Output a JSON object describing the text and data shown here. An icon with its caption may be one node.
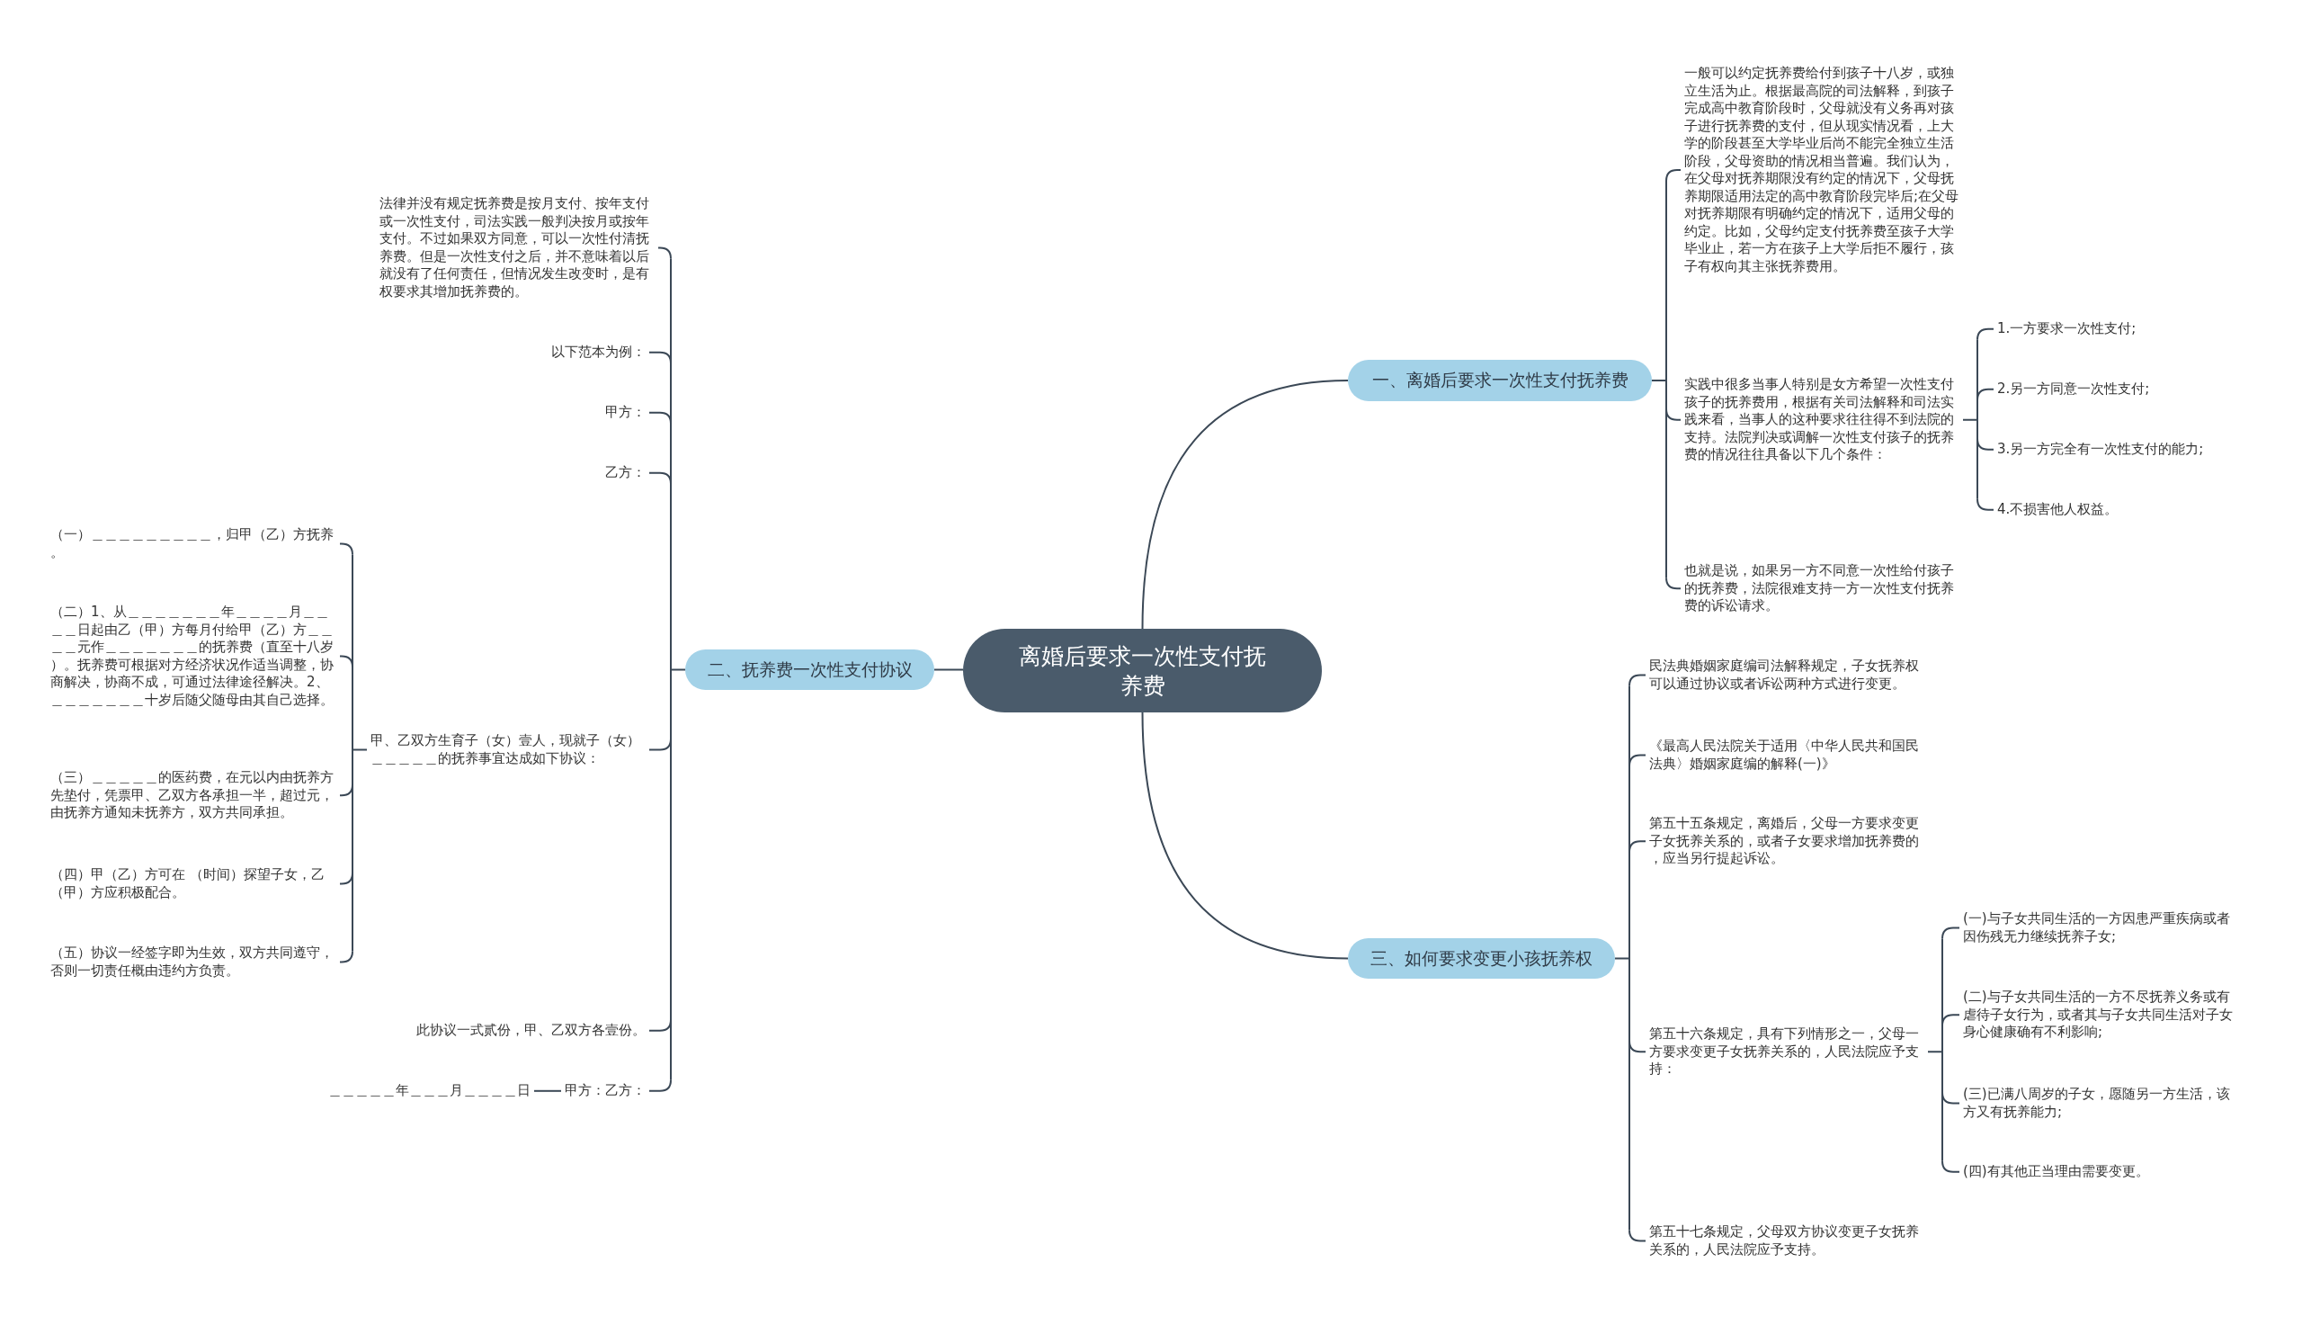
{
  "diagram": {
    "nodes": [
      {
        "text": [
          "离婚后要求一次性支付抚养费"
        ]
      },
      {
        "text": [
          "一、离婚后要求一次性支付抚养费"
        ]
      },
      {
        "text": [
          "一般可以约定抚养费给付到孩子十八岁，或独立生活为止。根据最高院的司法解释，到孩子完成高中教育阶段时，父母就没有义务再对孩子进行抚养费的支付，但从现实情况看，上大学的阶段甚至大学毕业后尚不能完全独立生活阶段，父母资助的情况相当普遍。我们认为，在父母对抚养期限没有约定的情况下，父母抚养期限适用法定的高中教育阶段完毕后;在父母对抚养期限有明确约定的情况下，适用父母的约定。比如，父母约定支付抚养费至孩子大学毕业止，若一方在孩子上大学后拒不履行，孩子有权向其主张抚养费用。"
        ]
      },
      {
        "text": [
          "实践中很多当事人特别是女方希望一次性支付孩子的抚养费用，根据有关司法解释和司法实践来看，当事人的这种要求往往得不到法院的支持。法院判决或调解一次性支付孩子的抚养费的情况往往具备以下几个条件："
        ]
      },
      {
        "text": [
          "1.一方要求一次性支付;"
        ]
      },
      {
        "text": [
          "2.另一方同意一次性支付;"
        ]
      },
      {
        "text": [
          "3.另一方完全有一次性支付的能力;"
        ]
      },
      {
        "text": [
          "4.不损害他人权益。"
        ]
      },
      {
        "text": [
          "也就是说，如果另一方不同意一次性给付孩子的抚养费，法院很难支持一方一次性支付抚养费的诉讼请求。"
        ]
      },
      {
        "text": [
          "二、抚养费一次性支付协议"
        ]
      },
      {
        "text": [
          "法律并没有规定抚养费是按月支付、按年支付或一次性支付，司法实践一般判决按月或按年支付。不过如果双方同意，可以一次性付清抚养费。但是一次性支付之后，并不意味着以后就没有了任何责任，但情况发生改变时，是有权要求其增加抚养费的。"
        ]
      },
      {
        "text": [
          "以下范本为例："
        ]
      },
      {
        "text": [
          "甲方："
        ]
      },
      {
        "text": [
          "乙方："
        ]
      },
      {
        "text": [
          "甲、乙双方生育子（女）壹人，现就子（女）＿＿＿＿＿的抚养事宜达成如下协议："
        ]
      },
      {
        "text": [
          "（一）＿＿＿＿＿＿＿＿＿，归甲（乙）方抚养。"
        ]
      },
      {
        "text": [
          "（二）1、从＿＿＿＿＿＿＿年＿＿＿＿月＿＿＿＿日起由乙（甲）方每月付给甲（乙）方＿＿＿＿元作＿＿＿＿＿＿＿的抚养费（直至十八岁）。抚养费可根据对方经济状况作适当调整，协商解决，协商不成，可通过法律途径解决。2、＿＿＿＿＿＿＿十岁后随父随母由其自己选择。"
        ]
      },
      {
        "text": [
          "（三）＿＿＿＿＿的医药费，在元以内由抚养方先垫付，凭票甲、乙双方各承担一半，超过元，由抚养方通知未抚养方，双方共同承担。"
        ]
      },
      {
        "text": [
          "（四）甲（乙）方可在 （时间）探望子女，乙（甲）方应积极配合。"
        ]
      },
      {
        "text": [
          "（五）协议一经签字即为生效，双方共同遵守，否则一切责任概由违约方负责。"
        ]
      },
      {
        "text": [
          "此协议一式贰份，甲、乙双方各壹份。"
        ]
      },
      {
        "text": [
          "甲方：乙方："
        ]
      },
      {
        "text": [
          "＿＿＿＿＿年＿＿＿月＿＿＿＿日"
        ]
      },
      {
        "text": [
          "三、如何要求变更小孩抚养权"
        ]
      },
      {
        "text": [
          "民法典婚姻家庭编司法解释规定，子女抚养权可以通过协议或者诉讼两种方式进行变更。"
        ]
      },
      {
        "text": [
          "《最高人民法院关于适用〈中华人民共和国民法典〉婚姻家庭编的解释(一)》"
        ]
      },
      {
        "text": [
          "第五十五条规定，离婚后，父母一方要求变更子女抚养关系的，或者子女要求增加抚养费的，应当另行提起诉讼。"
        ]
      },
      {
        "text": [
          "第五十六条规定，具有下列情形之一，父母一方要求变更子女抚养关系的，人民法院应予支持："
        ]
      },
      {
        "text": [
          "(一)与子女共同生活的一方因患严重疾病或者因伤残无力继续抚养子女;"
        ]
      },
      {
        "text": [
          "(二)与子女共同生活的一方不尽抚养义务或有虐待子女行为，或者其与子女共同生活对子女身心健康确有不利影响;"
        ]
      },
      {
        "text": [
          "(三)已满八周岁的子女，愿随另一方生活，该方又有抚养能力;"
        ]
      },
      {
        "text": [
          "(四)有其他正当理由需要变更。"
        ]
      },
      {
        "text": [
          "第五十七条规定，父母双方协议变更子女抚养关系的，人民法院应予支持。"
        ]
      }
    ],
    "edges": [
      {
        "from": 0,
        "to": 1,
        "arrow": "none"
      },
      {
        "from": 1,
        "to": 2,
        "arrow": "none"
      },
      {
        "from": 1,
        "to": 3,
        "arrow": "none"
      },
      {
        "from": 3,
        "to": 4,
        "arrow": "none"
      },
      {
        "from": 3,
        "to": 5,
        "arrow": "none"
      },
      {
        "from": 3,
        "to": 6,
        "arrow": "none"
      },
      {
        "from": 3,
        "to": 7,
        "arrow": "none"
      },
      {
        "from": 1,
        "to": 8,
        "arrow": "none"
      },
      {
        "from": 0,
        "to": 9,
        "arrow": "none"
      },
      {
        "from": 9,
        "to": 10,
        "arrow": "none"
      },
      {
        "from": 9,
        "to": 11,
        "arrow": "none"
      },
      {
        "from": 9,
        "to": 12,
        "arrow": "none"
      },
      {
        "from": 9,
        "to": 13,
        "arrow": "none"
      },
      {
        "from": 9,
        "to": 14,
        "arrow": "none"
      },
      {
        "from": 14,
        "to": 15,
        "arrow": "none"
      },
      {
        "from": 14,
        "to": 16,
        "arrow": "none"
      },
      {
        "from": 14,
        "to": 17,
        "arrow": "none"
      },
      {
        "from": 14,
        "to": 18,
        "arrow": "none"
      },
      {
        "from": 14,
        "to": 19,
        "arrow": "none"
      },
      {
        "from": 9,
        "to": 20,
        "arrow": "none"
      },
      {
        "from": 9,
        "to": 21,
        "arrow": "none"
      },
      {
        "from": 21,
        "to": 22,
        "arrow": "none"
      },
      {
        "from": 0,
        "to": 23,
        "arrow": "none"
      },
      {
        "from": 23,
        "to": 24,
        "arrow": "none"
      },
      {
        "from": 23,
        "to": 25,
        "arrow": "none"
      },
      {
        "from": 23,
        "to": 26,
        "arrow": "none"
      },
      {
        "from": 23,
        "to": 27,
        "arrow": "none"
      },
      {
        "from": 27,
        "to": 28,
        "arrow": "none"
      },
      {
        "from": 27,
        "to": 29,
        "arrow": "none"
      },
      {
        "from": 27,
        "to": 30,
        "arrow": "none"
      },
      {
        "from": 27,
        "to": 31,
        "arrow": "none"
      },
      {
        "from": 23,
        "to": 32,
        "arrow": "none"
      }
    ]
  }
}
